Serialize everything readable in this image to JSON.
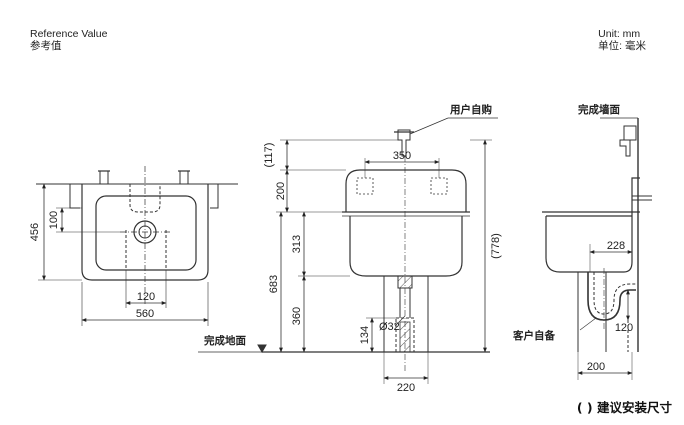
{
  "header": {
    "left_en": "Reference Value",
    "left_cn": "参考值",
    "right_en": "Unit: mm",
    "right_cn": "单位: 毫米"
  },
  "plan_view": {
    "height_label": "456",
    "drain_label": "100",
    "offset_label": "120",
    "width_label": "560",
    "floor_label": "完成地面"
  },
  "front_view": {
    "faucet_label": "用户自购",
    "top_gap": "(117)",
    "faucet_spacing": "350",
    "upper": "200",
    "basin_depth": "313",
    "rim_height": "683",
    "base_height": "360",
    "pipe_height": "134",
    "pipe_diameter": "Ø32",
    "overall": "(778)",
    "base_width": "220"
  },
  "side_view": {
    "wall_label": "完成墙面",
    "projection": "228",
    "customer_label": "客户自备",
    "trap_height": "120",
    "trap_offset": "200"
  },
  "caption": "( ) 建议安装尺寸"
}
